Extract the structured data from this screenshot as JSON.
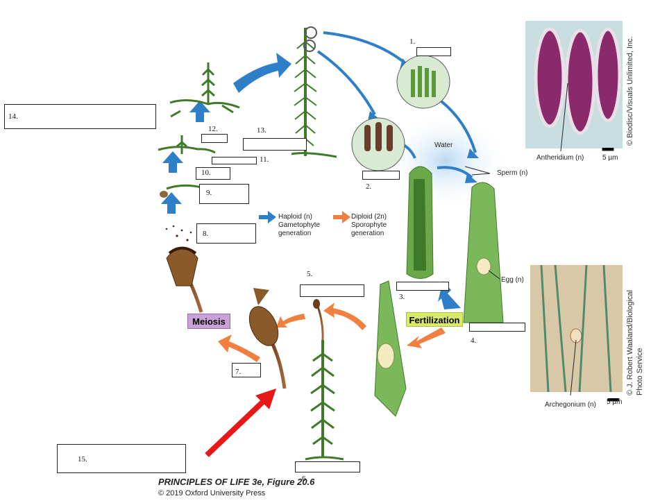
{
  "blanks": [
    {
      "id": "1",
      "num": "1."
    },
    {
      "id": "2",
      "num": "2."
    },
    {
      "id": "3",
      "num": "3."
    },
    {
      "id": "4",
      "num": "4."
    },
    {
      "id": "5",
      "num": "5."
    },
    {
      "id": "6",
      "num": "6."
    },
    {
      "id": "7",
      "num": "7."
    },
    {
      "id": "8",
      "num": "8."
    },
    {
      "id": "9",
      "num": "9."
    },
    {
      "id": "10",
      "num": "10."
    },
    {
      "id": "11",
      "num": "11."
    },
    {
      "id": "12",
      "num": "12."
    },
    {
      "id": "13",
      "num": "13."
    },
    {
      "id": "14",
      "num": "14."
    },
    {
      "id": "15",
      "num": "15."
    }
  ],
  "labels": {
    "water": "Water",
    "sperm": "Sperm (n)",
    "egg": "Egg (n)",
    "antheridium": "Antheridium (n)",
    "archegonium": "Archegonium (n)",
    "scale1": "5 µm",
    "scale2": "5 µm",
    "fertilization": "Fertilization",
    "meiosis": "Meiosis",
    "legend_haploid_1": "Haploid (n)",
    "legend_haploid_2": "Gametophyte",
    "legend_haploid_3": "generation",
    "legend_diploid_1": "Diploid (2n)",
    "legend_diploid_2": "Sporophyte",
    "legend_diploid_3": "generation",
    "credit1": "© Biodisc/Visuals Unlimited, Inc.",
    "credit2a": "© J. Robert Waaland/Biological",
    "credit2b": "Photo Service"
  },
  "footer": {
    "title": "PRINCIPLES OF LIFE 3e, Figure 20.6",
    "copyright": "© 2019 Oxford University Press"
  },
  "colors": {
    "haploid_arrow": "#2f7fc8",
    "diploid_arrow": "#f08040",
    "red_arrow": "#e81818",
    "moss_green": "#5a9a3a",
    "fertilization_bg": "#d9e96a",
    "meiosis_bg": "#c9a3d8"
  }
}
